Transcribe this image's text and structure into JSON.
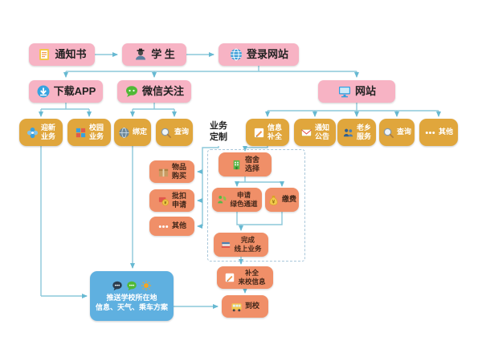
{
  "diagram": {
    "colors": {
      "pink_node": "#f7b3c4",
      "gold_node": "#e0a63c",
      "orange_node": "#f08f68",
      "blue_node": "#5fb0e0",
      "connector": "#8cc8da"
    },
    "nodes": {
      "notification": {
        "label": "通知书",
        "icon": "document-icon"
      },
      "student": {
        "label": "学 生",
        "icon": "student-icon"
      },
      "login_website": {
        "label": "登录网站",
        "icon": "globe-icon"
      },
      "download_app": {
        "label": "下载APP",
        "icon": "download-app-icon"
      },
      "wechat_follow": {
        "label": "微信关注",
        "icon": "wechat-icon"
      },
      "website": {
        "label": "网站",
        "icon": "monitor-icon"
      },
      "welcome_business": {
        "label": "迎新\n业务",
        "icon": "pinwheel-icon"
      },
      "campus_business": {
        "label": "校园\n业务",
        "icon": "blocks-icon"
      },
      "bind": {
        "label": "绑定",
        "icon": "globe-gray-icon"
      },
      "query_wechat": {
        "label": "查询",
        "icon": "magnifier-icon"
      },
      "business_customization": {
        "label": "业务\n定制"
      },
      "info_completion": {
        "label": "信息\n补全",
        "icon": "pencil-icon"
      },
      "notice": {
        "label": "通知\n公告",
        "icon": "mail-icon"
      },
      "hometown_service": {
        "label": "老乡\n服务",
        "icon": "people-icon"
      },
      "query_website": {
        "label": "查询",
        "icon": "magnifier-icon"
      },
      "other_website": {
        "label": "其他",
        "icon": "dots-icon"
      },
      "purchase_items": {
        "label": "物品\n购买",
        "icon": "box-icon"
      },
      "batch_deduction": {
        "label": "批扣\n申请",
        "icon": "payment-icon"
      },
      "other_app": {
        "label": "其他",
        "icon": "dots-icon"
      },
      "dorm_selection": {
        "label": "宿舍\n选择",
        "icon": "building-icon"
      },
      "green_channel": {
        "label": "申请\n绿色通道",
        "icon": "green-person-icon"
      },
      "pay_fees": {
        "label": "缴费",
        "icon": "moneybag-icon"
      },
      "complete_online": {
        "label": "完成\n线上业务",
        "icon": "books-icon"
      },
      "arrival_info": {
        "label": "补全\n来校信息",
        "icon": "pencil-icon"
      },
      "arrive_school": {
        "label": "到校",
        "icon": "bus-icon"
      },
      "push_info": {
        "label": "推送学校所在地\n信息、天气、乘车方案",
        "icons": [
          "chat-dark-icon",
          "chat-green-icon",
          "sun-icon"
        ]
      }
    },
    "edges": [
      {
        "from": "notification",
        "to": "student"
      },
      {
        "from": "student",
        "to": "login_website"
      },
      {
        "from": "login_website",
        "to": "download_app"
      },
      {
        "from": "login_website",
        "to": "wechat_follow"
      },
      {
        "from": "login_website",
        "to": "website"
      },
      {
        "from": "download_app",
        "to": "welcome_business"
      },
      {
        "from": "download_app",
        "to": "campus_business"
      },
      {
        "from": "wechat_follow",
        "to": "bind"
      },
      {
        "from": "wechat_follow",
        "to": "query_wechat"
      },
      {
        "from": "website",
        "to": "info_completion"
      },
      {
        "from": "website",
        "to": "notice"
      },
      {
        "from": "website",
        "to": "hometown_service"
      },
      {
        "from": "website",
        "to": "query_website"
      },
      {
        "from": "website",
        "to": "other_website"
      },
      {
        "from": "business_customization",
        "to": "purchase_items"
      },
      {
        "from": "business_customization",
        "to": "batch_deduction"
      },
      {
        "from": "business_customization",
        "to": "other_app"
      },
      {
        "from": "info_completion",
        "to": "dorm_selection"
      },
      {
        "from": "dorm_selection",
        "to": "green_channel"
      },
      {
        "from": "dorm_selection",
        "to": "pay_fees"
      },
      {
        "from": "green_channel",
        "to": "complete_online"
      },
      {
        "from": "pay_fees",
        "to": "complete_online"
      },
      {
        "from": "complete_online",
        "to": "arrival_info"
      },
      {
        "from": "arrival_info",
        "to": "arrive_school"
      },
      {
        "from": "bind",
        "to": "push_info"
      },
      {
        "from": "welcome_business",
        "to": "push_info"
      },
      {
        "from": "push_info",
        "to": "arrive_school"
      }
    ]
  }
}
